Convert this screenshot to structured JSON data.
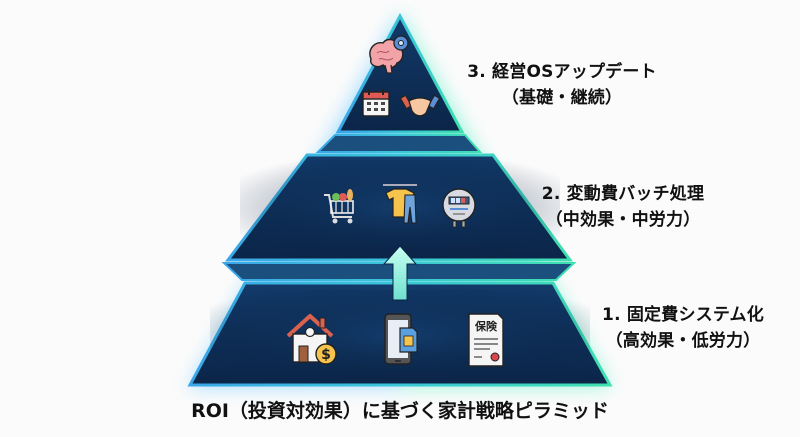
{
  "title": "ROI（投資対効果）に基づく家計戦略ピラミッド",
  "colors": {
    "tier_fill_dark": "#0b2548",
    "tier_fill_mid": "#123a6a",
    "edge_left": "#3aa6e8",
    "edge_right": "#3fe0b0",
    "glow": "#5ff0c8",
    "arrow": "#9ff5e0",
    "background": "#fbfbfb"
  },
  "tiers": [
    {
      "level": 3,
      "label_line1": "3. 経営OSアップデート",
      "label_line2": "（基礎・継続）",
      "icons": [
        "brain-gear-icon",
        "calendar-icon",
        "handshake-icon"
      ]
    },
    {
      "level": 2,
      "label_line1": "2. 変動費バッチ処理",
      "label_line2": "（中効果・中労力）",
      "icons": [
        "shopping-cart-icon",
        "clothes-hanger-icon",
        "electric-meter-icon"
      ]
    },
    {
      "level": 1,
      "label_line1": "1. 固定費システム化",
      "label_line2": "（高効果・低労力）",
      "icons": [
        "house-dollar-icon",
        "smartphone-sim-icon",
        "insurance-document-icon"
      ],
      "insurance_text": "保険"
    }
  ],
  "arrow": {
    "direction": "up",
    "from_tier": 1,
    "to_tier": 2
  }
}
